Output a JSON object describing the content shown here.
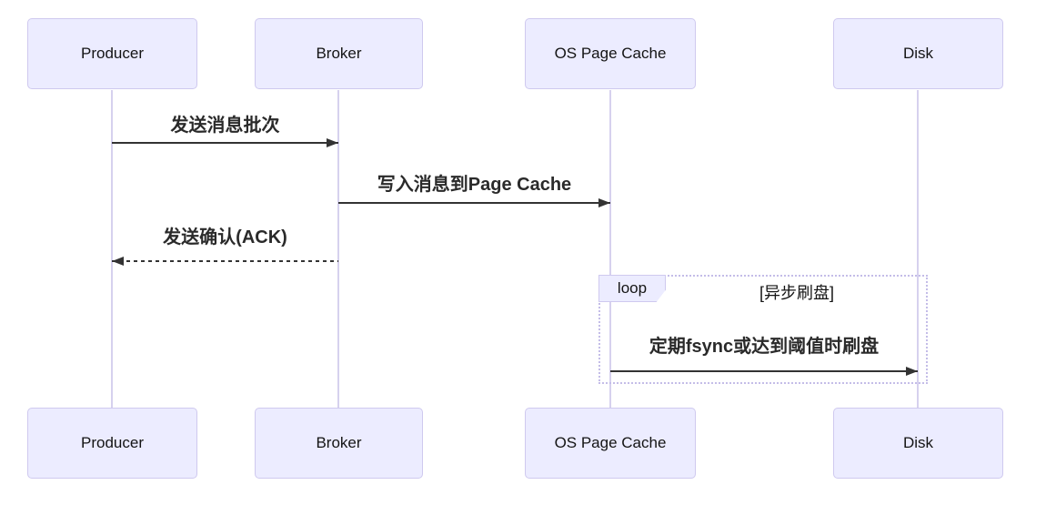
{
  "diagram": {
    "type": "sequence",
    "actors": [
      {
        "id": "producer",
        "label": "Producer"
      },
      {
        "id": "broker",
        "label": "Broker"
      },
      {
        "id": "os-page-cache",
        "label": "OS Page Cache"
      },
      {
        "id": "disk",
        "label": "Disk"
      }
    ],
    "messages": [
      {
        "from": "producer",
        "to": "broker",
        "style": "solid",
        "label": "发送消息批次"
      },
      {
        "from": "broker",
        "to": "os-page-cache",
        "style": "solid",
        "label": "写入消息到Page Cache"
      },
      {
        "from": "broker",
        "to": "producer",
        "style": "dashed",
        "label": "发送确认(ACK)"
      },
      {
        "from": "os-page-cache",
        "to": "disk",
        "style": "solid",
        "label": "定期fsync或达到阈值时刷盘"
      }
    ],
    "loop": {
      "label": "loop",
      "condition": "[异步刷盘]"
    },
    "colors": {
      "actor_fill": "#ECECFF",
      "actor_border": "#cfc9ef",
      "lifeline": "#d6d1ee",
      "message_line": "#333333",
      "loop_border": "#c4bde8",
      "background": "#ffffff"
    }
  }
}
